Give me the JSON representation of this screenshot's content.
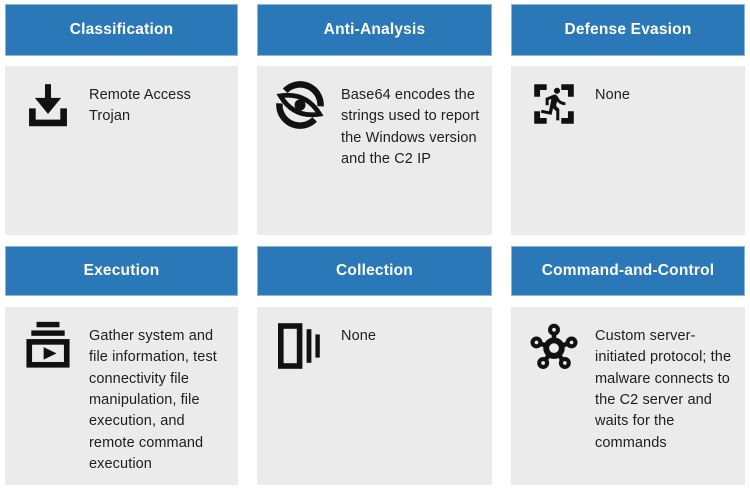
{
  "theme": {
    "header_bg": "#2b78b9",
    "header_text": "#ffffff",
    "body_bg": "#ebebeb",
    "icon_color": "#111111",
    "text_color": "#1d1d1d"
  },
  "cards": [
    {
      "title": "Classification",
      "icon": "download-icon",
      "description": "Remote Access Trojan"
    },
    {
      "title": "Anti-Analysis",
      "icon": "hidden-eye-icon",
      "description": "Base64 encodes the strings used to report the Windows version and the C2 IP"
    },
    {
      "title": "Defense Evasion",
      "icon": "person-viewfinder-icon",
      "description": "None"
    },
    {
      "title": "Execution",
      "icon": "play-stack-icon",
      "description": "Gather system and file information, test connectivity file manipulation, file execution, and remote command execution"
    },
    {
      "title": "Collection",
      "icon": "gallery-icon",
      "description": "None"
    },
    {
      "title": "Command-and-Control",
      "icon": "network-hub-icon",
      "description": "Custom server-initiated protocol; the malware connects to the C2 server and waits for the commands"
    }
  ]
}
